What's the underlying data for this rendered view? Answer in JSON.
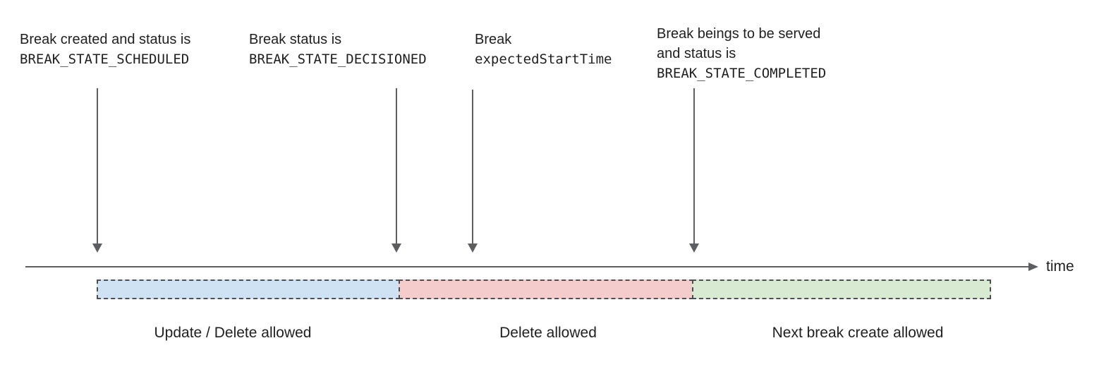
{
  "diagram": {
    "description": "Break lifecycle timeline",
    "annotations": [
      {
        "line1": "Break created and status is",
        "line2": "",
        "code": "BREAK_STATE_SCHEDULED"
      },
      {
        "line1": "Break status is",
        "line2": "",
        "code": "BREAK_STATE_DECISIONED"
      },
      {
        "line1": "Break",
        "line2": "",
        "code": "expectedStartTime"
      },
      {
        "line1": "Break beings to be served",
        "line2": "and status is",
        "code": "BREAK_STATE_COMPLETED"
      }
    ],
    "axis": {
      "label": "time",
      "line_color": "#5c5e62"
    },
    "segments": [
      {
        "label": "Update / Delete allowed",
        "color": "#cfe2f3"
      },
      {
        "label": "Delete allowed",
        "color": "#f4cccc"
      },
      {
        "label": "Next break create allowed",
        "color": "#d9ead3"
      }
    ],
    "border_color": "#4d4f52",
    "text_color": "#1f1f1f"
  }
}
